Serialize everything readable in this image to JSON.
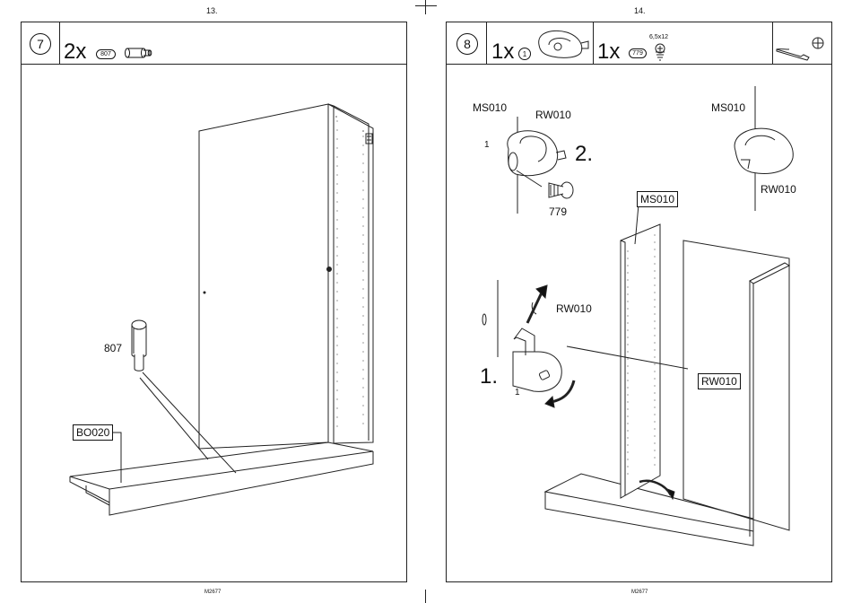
{
  "page_left": {
    "number": "13.",
    "footer": "M2677",
    "step": "7",
    "qty": "2x",
    "part_code": "807",
    "callout_807": "807",
    "callout_bo020": "BO020"
  },
  "page_right": {
    "number": "14.",
    "footer": "M2677",
    "step": "8",
    "qty1": "1x",
    "part1": "1",
    "qty2": "1x",
    "part2": "779",
    "screw_size": "6,5x12",
    "detail_ms010_left": "MS010",
    "detail_rw010_left": "RW010",
    "detail_part1": "1",
    "detail_step2": "2.",
    "detail_779": "779",
    "detail_ms010_right": "MS010",
    "detail_rw010_right": "RW010",
    "main_ms010": "MS010",
    "main_rw010_arrow": "RW010",
    "main_step1": "1.",
    "main_part1": "1",
    "main_rw010_box": "RW010"
  },
  "icons": {
    "tool_left": "screwdriver-icon",
    "tool_right": "crosshead-screw-icon"
  }
}
